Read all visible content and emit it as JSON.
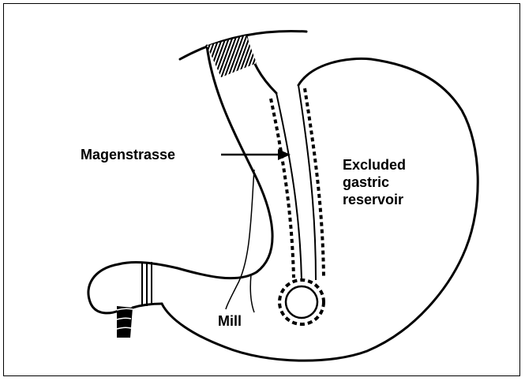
{
  "figure": {
    "labels": {
      "magenstrasse": "Magenstrasse",
      "excluded_line1": "Excluded",
      "excluded_line2": "gastric",
      "excluded_line3": "reservoir",
      "mill": "Mill"
    },
    "colors": {
      "ink": "#000000",
      "background": "#ffffff"
    }
  }
}
